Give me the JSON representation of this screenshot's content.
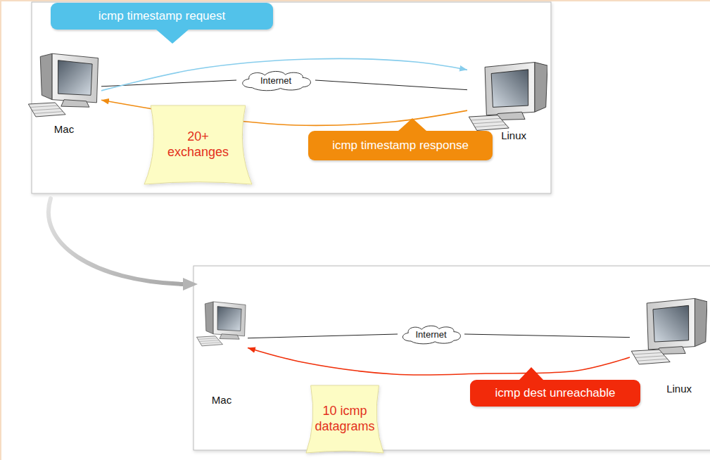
{
  "diagram": {
    "nodes": [
      {
        "text": [
          "Mac"
        ]
      },
      {
        "text": [
          "icmp timestamp request"
        ]
      },
      {
        "text": [
          "Internet"
        ]
      },
      {
        "text": [
          "Linux"
        ]
      },
      {
        "text": [
          "20+ exchanges"
        ]
      },
      {
        "text": [
          "icmp timestamp response"
        ]
      },
      {
        "text": [
          "Mac"
        ]
      },
      {
        "text": [
          "Internet"
        ]
      },
      {
        "text": [
          "Linux"
        ]
      },
      {
        "text": [
          "10 icmp datagrams"
        ]
      },
      {
        "text": [
          "icmp dest unreachable"
        ]
      }
    ],
    "edges": [
      {
        "from": 0,
        "to": 2,
        "arrow": "none"
      },
      {
        "from": 2,
        "to": 3,
        "arrow": "none"
      },
      {
        "from": 0,
        "to": 3,
        "arrow": "to"
      },
      {
        "from": 3,
        "to": 0,
        "arrow": "to"
      },
      {
        "from": 6,
        "to": 7,
        "arrow": "none"
      },
      {
        "from": 7,
        "to": 8,
        "arrow": "none"
      },
      {
        "from": 8,
        "to": 6,
        "arrow": "to"
      }
    ]
  }
}
